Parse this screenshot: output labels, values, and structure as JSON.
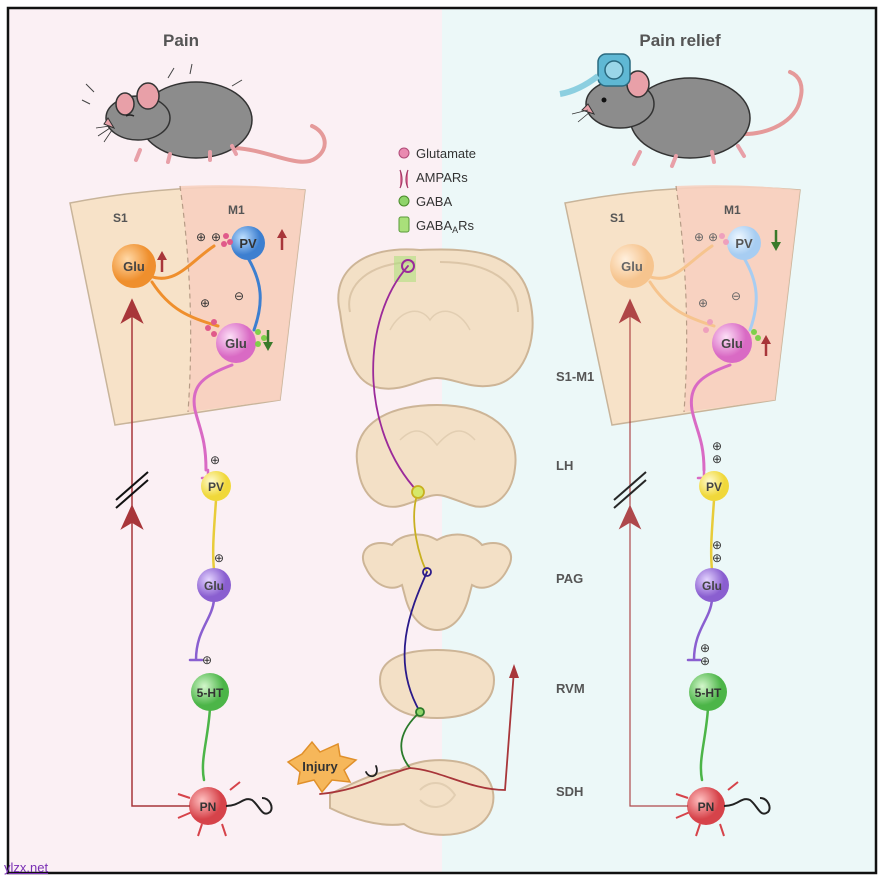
{
  "left_panel": {
    "title": "Pain",
    "cortex": {
      "s1": "S1",
      "m1": "M1",
      "glu_top": "Glu",
      "pv_top": "PV",
      "glu_bottom": "Glu"
    },
    "chain": {
      "pv": "PV",
      "glu": "Glu",
      "ht": "5-HT",
      "pn": "PN"
    }
  },
  "right_panel": {
    "title": "Pain relief",
    "cortex": {
      "s1": "S1",
      "m1": "M1",
      "glu_top": "Glu",
      "pv_top": "PV",
      "glu_bottom": "Glu"
    },
    "chain": {
      "pv": "PV",
      "glu": "Glu",
      "ht": "5-HT",
      "pn": "PN"
    }
  },
  "legend": {
    "glutamate": "Glutamate",
    "ampars": "AMPARs",
    "gaba": "GABA",
    "gabaa_main": "GABA",
    "gabaa_sub": "A",
    "gabaa_suffix": "Rs"
  },
  "regions": {
    "s1m1": "S1-M1",
    "lh": "LH",
    "pag": "PAG",
    "rvm": "RVM",
    "sdh": "SDH"
  },
  "injury": "Injury",
  "signs": {
    "plus": "⊕",
    "minus": "⊖"
  },
  "watermark": "ylzx.net",
  "colors": {
    "left_bg": "#fbf0f4",
    "right_bg": "#ecf8f8",
    "glu_orange": "#f5a24a",
    "pv_blue": "#4a90d9",
    "glu_pink": "#e98ad6",
    "pv_yellow": "#f5e04a",
    "glu_purple": "#9b6fd6",
    "ht_green": "#5fc45a",
    "pn_red": "#e2545a",
    "arrow_red": "#a8363a",
    "arrow_green": "#3a7a2a"
  }
}
